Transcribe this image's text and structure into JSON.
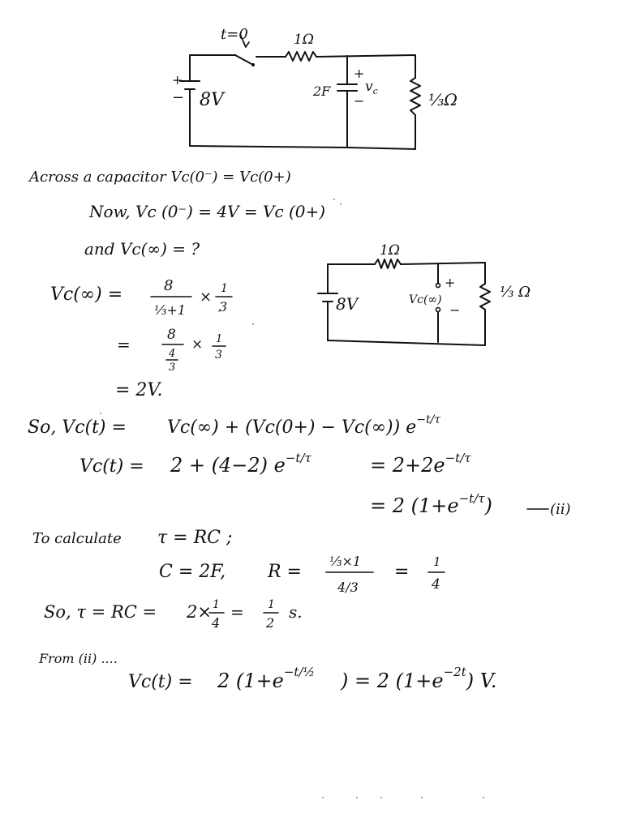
{
  "circuit1": {
    "switch_label": "t=0",
    "resistor_series_label": "1Ω",
    "source_plus": "+",
    "source_minus": "−",
    "source_value": "8V",
    "cap_value": "2F",
    "cap_plus": "+",
    "cap_minus": "−",
    "cap_voltage": "v",
    "cap_voltage_sub": "c",
    "resistor_shunt_label": "⅓Ω"
  },
  "circuit2": {
    "resistor_series_label": "1Ω",
    "source_value": "8V",
    "vc_label": "Vc(∞)",
    "plus": "+",
    "minus": "−",
    "resistor_shunt_label": "⅓ Ω"
  },
  "lines": {
    "l1": "Across a capacitor  Vc(0⁻) = Vc(0+)",
    "l2": "Now,  Vc (0⁻) = 4V = Vc (0+)",
    "l3": "and  Vc(∞) = ?",
    "l4a": "Vc(∞) =",
    "l4_num": "8",
    "l4_den": "⅓+1",
    "l4_times": "×",
    "l4_fnum": "1",
    "l4_fden": "3",
    "l5_eq": "=",
    "l5_num": "8",
    "l5_den_num": "4",
    "l5_den_den": "3",
    "l5_times": "×",
    "l5_fnum": "1",
    "l5_fden": "3",
    "l6": "= 2V.",
    "l7a": "So,  Vc(t) =",
    "l7b": "Vc(∞) + (Vc(0+) − Vc(∞)) e",
    "l7_exp": "−t/τ",
    "l8a": "Vc(t) =",
    "l8b": "2 + (4−2) e",
    "l8_exp": "−t/τ",
    "l8c": "= 2+2e",
    "l8c_exp": "−t/τ",
    "l9": "= 2 (1+e",
    "l9_exp": "−t/τ",
    "l9_close": ")",
    "l9_tag": "(ii)",
    "l10a": "To calculate",
    "l10b": "τ = RC ;",
    "l11a": "C = 2F,",
    "l11b": "R =",
    "l11_num": "⅓×1",
    "l11_den": "4/3",
    "l11_eq": "=",
    "l11_res_num": "1",
    "l11_res_den": "4",
    "l12a": "So,  τ = RC =",
    "l12b": "2×",
    "l12_fn": "1",
    "l12_fd": "4",
    "l12_eq": "=",
    "l12_rn": "1",
    "l12_rd": "2",
    "l12_unit": "s.",
    "l13a": "From (ii) ....",
    "l14a": "Vc(t) =",
    "l14b": "2 (1+e",
    "l14b_exp": "−t/½",
    "l14c": ") = 2 (1+e",
    "l14c_exp": "−2t",
    "l14d": ") V."
  }
}
